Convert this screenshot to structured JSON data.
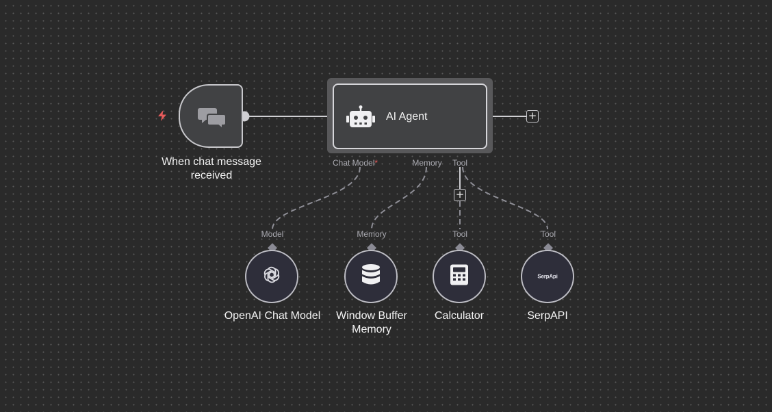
{
  "nodes": {
    "trigger": {
      "label": "When chat message\nreceived",
      "icon": "chat-bubbles-icon",
      "trigger_icon": "lightning-bolt-icon"
    },
    "agent": {
      "label": "AI Agent",
      "icon": "robot-icon"
    },
    "openai": {
      "label": "OpenAI Chat Model",
      "icon": "openai-logo-icon"
    },
    "memory": {
      "label": "Window Buffer\nMemory",
      "icon": "database-icon"
    },
    "calculator": {
      "label": "Calculator",
      "icon": "calculator-icon"
    },
    "serpapi": {
      "label": "SerpAPI",
      "icon_text": "SerpApi"
    }
  },
  "agent_ports": {
    "chat_model": "Chat Model",
    "chat_model_required": "*",
    "memory": "Memory",
    "tool": "Tool"
  },
  "sub_ports": {
    "openai": "Model",
    "memory": "Memory",
    "calculator": "Tool",
    "serpapi": "Tool"
  },
  "buttons": {
    "add_after_agent": "+",
    "add_tool": "+"
  },
  "colors": {
    "canvas": "#2a2a2a",
    "node_fill": "#414244",
    "node_border": "#c8c8cc",
    "trigger_bolt": "#e55b5b",
    "sub_node_fill": "#2e2e3a",
    "edge_dashed": "#8e8e96",
    "port_diamond": "#8a8a94"
  }
}
